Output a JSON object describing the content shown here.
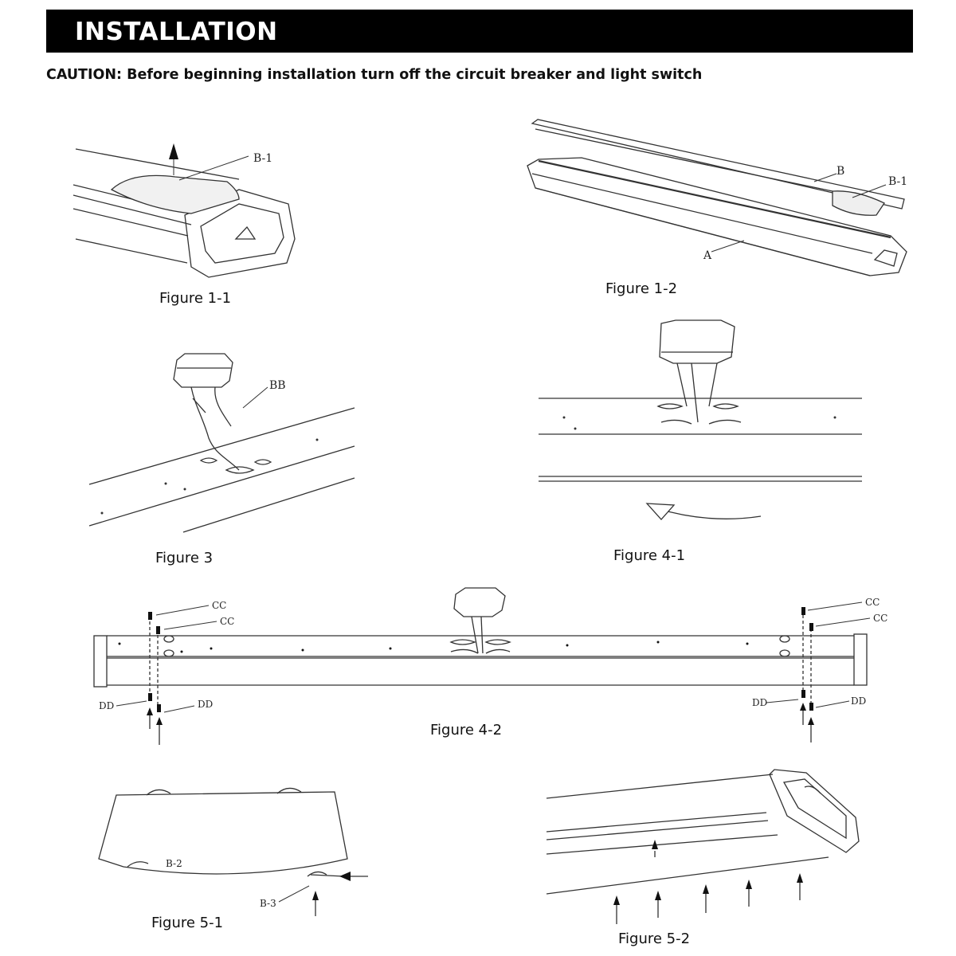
{
  "header": {
    "title": "INSTALLATION"
  },
  "caution": "CAUTION: Before beginning installation turn off the circuit breaker and light switch",
  "figures": {
    "fig_1_1": {
      "caption": "Figure 1-1",
      "labels": {
        "b1": "B-1"
      }
    },
    "fig_1_2": {
      "caption": "Figure 1-2",
      "labels": {
        "b": "B",
        "b1": "B-1",
        "a": "A"
      }
    },
    "fig_3": {
      "caption": "Figure 3",
      "labels": {
        "bb": "BB"
      }
    },
    "fig_4_1": {
      "caption": "Figure 4-1"
    },
    "fig_4_2": {
      "caption": "Figure 4-2",
      "labels": {
        "cc": "CC",
        "dd": "DD"
      }
    },
    "fig_5_1": {
      "caption": "Figure 5-1",
      "labels": {
        "b2": "B-2",
        "b3": "B-3"
      }
    },
    "fig_5_2": {
      "caption": "Figure 5-2"
    }
  }
}
